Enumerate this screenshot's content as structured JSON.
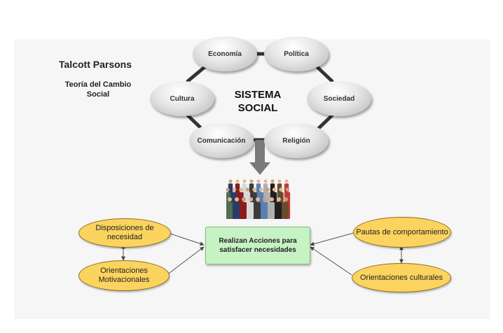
{
  "header": {
    "author": "Talcott Parsons",
    "theory": "Teoría del Cambio Social"
  },
  "system": {
    "title": "SISTEMA SOCIAL",
    "nodes": {
      "economia": "Economía",
      "politica": "Política",
      "cultura": "Cultura",
      "sociedad": "Sociedad",
      "comunicacion": "Comunicación",
      "religion": "Religión"
    }
  },
  "actions": {
    "label": "Realizan Acciones para satisfacer necesidades"
  },
  "left": {
    "top": "Disposiciones de necesidad",
    "bottom": "Orientaciones Motivacionales"
  },
  "right": {
    "top": "Pautas de comportamiento",
    "bottom": "Orientaciones culturales"
  },
  "colors": {
    "grey_node": "#d8d8d8",
    "connector": "#333333",
    "yellow_node": "#fbd35f",
    "action_box": "#c6f2c4",
    "big_arrow": "#777777"
  },
  "icons": {
    "crowd": "people-crowd-icon",
    "down_arrow": "big-down-arrow-icon"
  }
}
